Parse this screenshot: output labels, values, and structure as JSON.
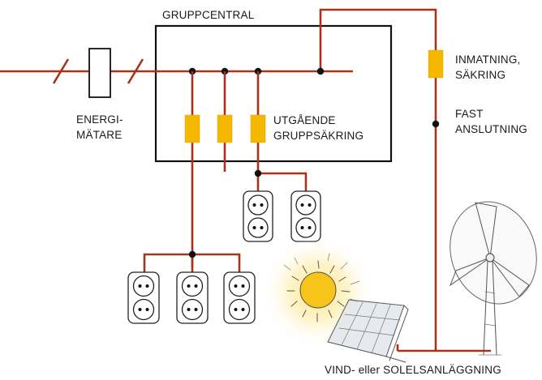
{
  "labels": {
    "group_central": "GRUPPCENTRAL",
    "energy_meter_line1": "ENERGI-",
    "energy_meter_line2": "MÄTARE",
    "outgoing_fuse_line1": "UTGÅENDE",
    "outgoing_fuse_line2": "GRUPPSÄKRING",
    "feed_in_fuse_line1": "INMATNING,",
    "feed_in_fuse_line2": "SÄKRING",
    "fixed_connection_line1": "FAST",
    "fixed_connection_line2": "ANSLUTNING",
    "generator": "VIND- eller SOLELSANLÄGGNING"
  },
  "colors": {
    "wire": "#a5341b",
    "fuse": "#f5b800",
    "sun": "#f7c51a",
    "background": "#ffffff"
  },
  "components": {
    "outgoing_fuses": 3,
    "outlets_upper": 2,
    "outlets_lower": 3
  }
}
